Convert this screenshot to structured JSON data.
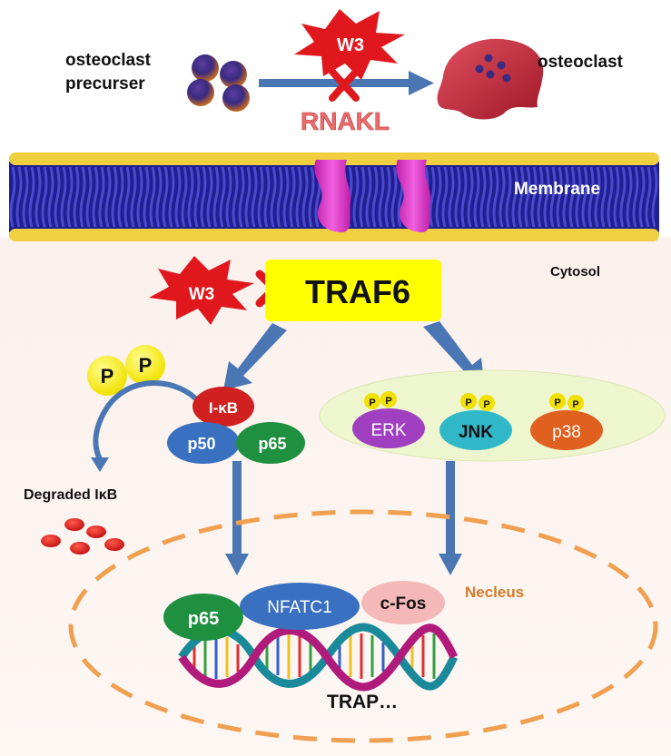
{
  "top": {
    "precursor_line1": "osteoclast",
    "precursor_line2": "precurser",
    "mature_label": "osteoclast",
    "w3_label": "W3",
    "ligand_label": "RNAKL"
  },
  "membrane": {
    "label": "Membrane"
  },
  "cytosol": {
    "label": "Cytosol",
    "w3_label": "W3",
    "traf6_label": "TRAF6"
  },
  "nfkb": {
    "p_label": "P",
    "ikb_label": "I-κB",
    "p50_label": "p50",
    "p65_label": "p65",
    "degraded_label": "Degraded IκB"
  },
  "mapk": {
    "p_label": "P",
    "items": [
      "ERK",
      "JNK",
      "p38"
    ]
  },
  "nucleus": {
    "label": "Necleus",
    "p65_label": "p65",
    "nfatc1_label": "NFATC1",
    "cfos_label": "c-Fos",
    "gene_label": "TRAP…"
  },
  "colors": {
    "arrow_blue": "#4a77b4",
    "burst_red": "#e0181e",
    "traf6_yellow": "#ffff00",
    "membrane_blue": "#1f1f8f",
    "membrane_yellow": "#f0d040",
    "channel_magenta": "#e030c0",
    "nucleus_orange": "#f0a050",
    "necleus_text": "#d87a2a",
    "erk_purple": "#a040c0",
    "jnk_cyan": "#30b8c8",
    "p38_orange": "#e06020",
    "p50_blue": "#3a70c0",
    "p65_green": "#1e9040",
    "ikb_red": "#d02020",
    "cfos_pink": "#f4b8b8",
    "mapk_bg": "#eef6d0"
  }
}
